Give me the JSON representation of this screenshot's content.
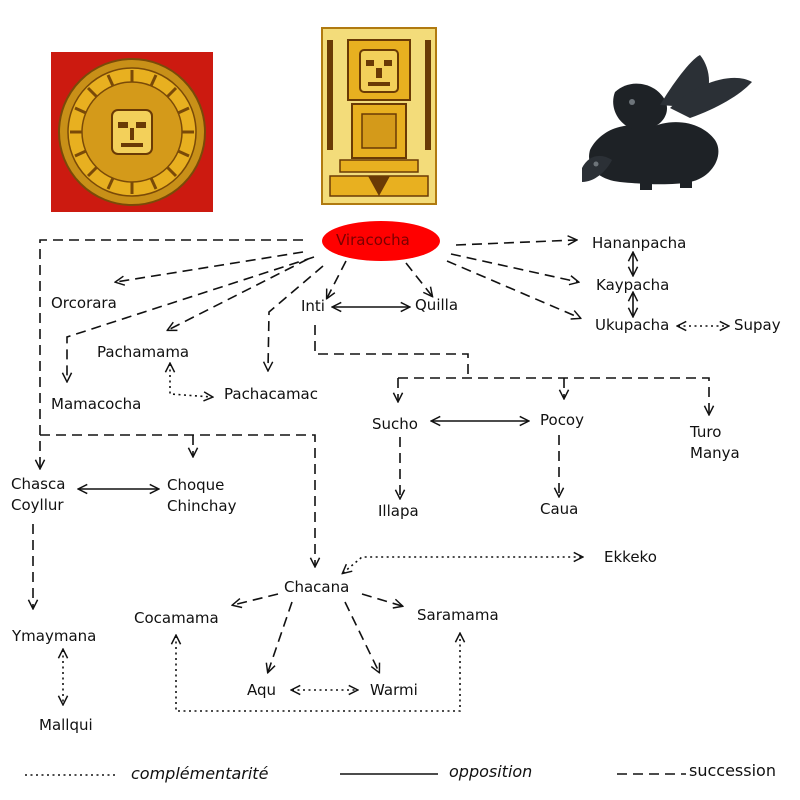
{
  "nodes": {
    "viracocha": "Viracocha",
    "hananpacha": "Hananpacha",
    "kaypacha": "Kaypacha",
    "ukupacha": "Ukupacha",
    "supay": "Supay",
    "orcorara": "Orcorara",
    "inti": "Inti",
    "quilla": "Quilla",
    "pachamama": "Pachamama",
    "pachacamac": "Pachacamac",
    "mamacocha": "Mamacocha",
    "sucho": "Sucho",
    "pocoy": "Pocoy",
    "turo_manya": [
      "Turo",
      "Manya"
    ],
    "illapa": "Illapa",
    "caua": "Caua",
    "chasca_coyllur": [
      "Chasca",
      "Coyllur"
    ],
    "choque_chinchay": [
      "Choque",
      "Chinchay"
    ],
    "ymaymana": "Ymaymana",
    "mallqui": "Mallqui",
    "ekkeko": "Ekkeko",
    "chacana": "Chacana",
    "cocamama": "Cocamama",
    "saramama": "Saramama",
    "aqu": "Aqu",
    "warmi": "Warmi"
  },
  "legend": {
    "complementarity": "complémentarité",
    "opposition": "opposition",
    "succession": "succession"
  },
  "colors": {
    "viracocha_fill": "#ff0000",
    "viracocha_text": "#7a0000",
    "sun_bg": "#cc1a10",
    "gold": "#e8b020",
    "statue": "#1e2226"
  },
  "images": [
    "sun-disc-image",
    "viracocha-figure-image",
    "black-statue-image"
  ]
}
